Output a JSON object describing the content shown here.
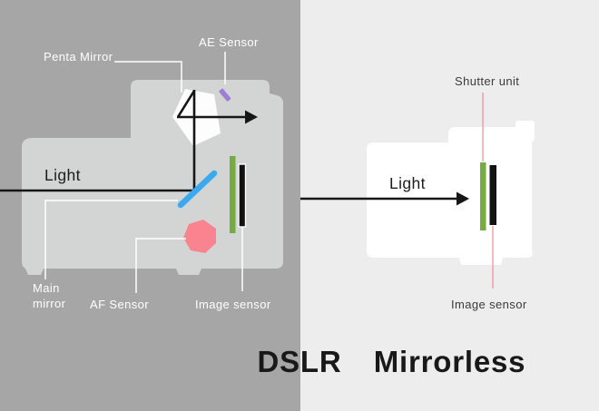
{
  "panels": {
    "dslr": {
      "title": "DSLR",
      "labels": {
        "penta_mirror": "Penta Mirror",
        "ae_sensor": "AE Sensor",
        "light": "Light",
        "main_mirror_line1": "Main",
        "main_mirror_line2": "mirror",
        "af_sensor": "AF Sensor",
        "image_sensor": "Image sensor"
      }
    },
    "mirrorless": {
      "title": "Mirrorless",
      "labels": {
        "shutter_unit": "Shutter unit",
        "light": "Light",
        "image_sensor": "Image sensor"
      }
    }
  },
  "colors": {
    "left_background": "#a6a6a6",
    "right_background": "#ededed",
    "dslr_body": "#d3d4d4",
    "mirrorless_body": "#ffffff",
    "pentaprism": "#fdfdfd",
    "ae_sensor_purple": "#9b7fd6",
    "main_mirror_blue": "#3aa9f0",
    "af_sensor_pink": "#f9838f",
    "shutter_green": "#76ab40",
    "sensor_black": "#121212",
    "light_path_black": "#161616",
    "leader_white": "#ffffff",
    "leader_pink": "#f2939e",
    "label_light": "#ffffff",
    "label_dark": "#3a3a3a",
    "light_text": "#1d1d1d",
    "title_text": "#191919"
  }
}
